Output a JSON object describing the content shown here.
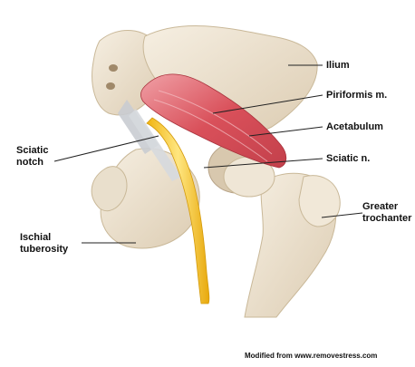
{
  "labels": {
    "ilium": "Ilium",
    "piriformis": "Piriformis m.",
    "acetabulum": "Acetabulum",
    "sciatic_nerve": "Sciatic n.",
    "greater_trochanter": "Greater\ntrochanter",
    "sciatic_notch": "Sciatic\nnotch",
    "ischial_tuberosity": "Ischial\ntuberosity"
  },
  "credit": "Modified from www.removestress.com",
  "colors": {
    "bone": "#efe6d6",
    "bone_shadow": "#d8c8ae",
    "muscle": "#d9505a",
    "muscle_light": "#f1a3a8",
    "nerve": "#f3c21b",
    "nerve_light": "#ffe680",
    "ligament": "#c9ccd2",
    "leader_line": "#222222"
  }
}
